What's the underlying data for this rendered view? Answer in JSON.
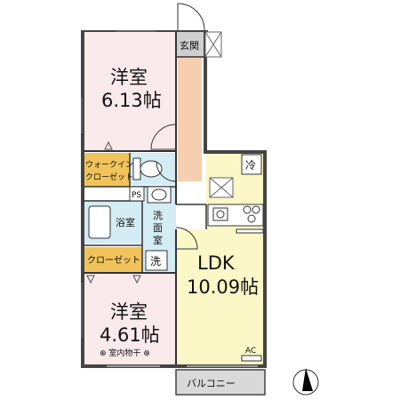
{
  "rooms": {
    "western_room_1": {
      "name": "洋室",
      "area": "6.13帖",
      "color": "#fbeaec"
    },
    "western_room_2": {
      "name": "洋室",
      "area": "4.61帖",
      "color": "#fbeaec"
    },
    "ldk": {
      "name": "LDK",
      "area": "10.09帖",
      "color": "#fbf7c6"
    },
    "entrance": {
      "name": "玄関",
      "color": "#cfcfcf"
    },
    "walk_in_closet": {
      "name": "ウォークイン\nクローゼット",
      "color": "#f0c45a"
    },
    "closet": {
      "name": "クローゼット",
      "color": "#f0c45a"
    },
    "bath": {
      "name": "浴室",
      "color": "#d4ecf4"
    },
    "washroom": {
      "name": "洗\n面\n室",
      "color": "#d4ecf4"
    },
    "balcony": {
      "name": "バルコニー",
      "color": "#d9d9d9"
    },
    "hallway": {
      "color": "#f6cfb0"
    }
  },
  "fixtures": {
    "refrigerator": "冷",
    "washer": "洗",
    "pipe_space": "PS",
    "air_conditioner": "AC",
    "indoor_drying": "⊕ 室内物干 ⊕"
  },
  "compass": {
    "label": "N"
  }
}
